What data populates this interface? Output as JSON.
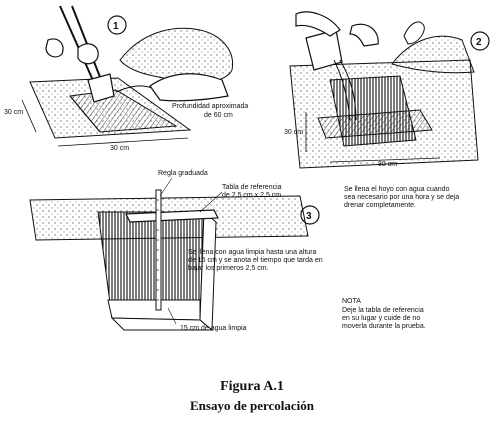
{
  "panel1": {
    "number": "1",
    "depth_label_line1": "Profundidad aproximada",
    "depth_label_line2": "de 60 cm",
    "side_label": "30 cm",
    "bottom_label": "30 cm"
  },
  "panel2": {
    "number": "2",
    "side_label": "30 cm",
    "bottom_label": "30 cm",
    "note_line1": "Se llena el hoyo con agua cuando",
    "note_line2": "sea necesario por una hora y se deja",
    "note_line3": "drenar completamente."
  },
  "panel3": {
    "number": "3",
    "ruler_label": "Regla graduada",
    "board_label_line1": "Tabla de referencia",
    "board_label_line2": "de 2,5 cm x 2,5 cm",
    "fill_note_line1": "Se llena con agua limpia hasta una altura",
    "fill_note_line2": "de 15 cm y se anota el tiempo que tarda en",
    "fill_note_line3": "bajar los primeros 2,5 cm.",
    "water_label": "15 cm de agua limpia",
    "nota_title": "NOTA",
    "nota_line1": "Deje la tabla de referencia",
    "nota_line2": "en su lugar y cuide de no",
    "nota_line3": "moverla durante la prueba."
  },
  "caption": {
    "title": "Figura A.1",
    "subtitle": "Ensayo de percolación"
  }
}
